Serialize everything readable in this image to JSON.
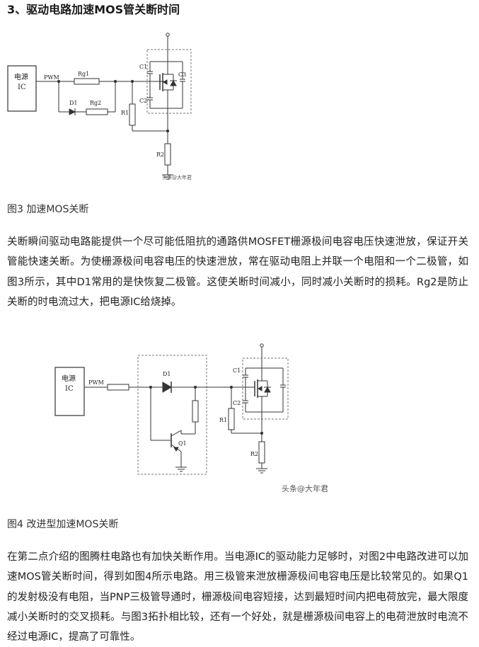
{
  "heading": "3、驱动电路加速MOS管关断时间",
  "figure1": {
    "ic_label_line1": "电源",
    "ic_label_line2": "IC",
    "pwm": "PWM",
    "rg1": "Rg1",
    "rg2": "Rg2",
    "d1": "D1",
    "r1": "R1",
    "r2": "R2",
    "c1": "C1",
    "c2": "C2",
    "c3": "C3",
    "watermark": "头条@大年君"
  },
  "caption1": "图3 加速MOS关断",
  "paragraph1": "关断瞬间驱动电路能提供一个尽可能低阻抗的通路供MOSFET栅源极间电容电压快速泄放，保证开关管能快速关断。为使栅源极间电容电压的快速泄放，常在驱动电阻上并联一个电阻和一个二极管，如图3所示，其中D1常用的是快恢复二极管。这使关断时间减小，同时减小关断时的损耗。Rg2是防止关断的时电流过大，把电源IC给烧掉。",
  "figure2": {
    "ic_label_line1": "电源",
    "ic_label_line2": "IC",
    "pwm": "PWM",
    "d1": "D1",
    "q1": "Q1",
    "r1": "R1",
    "r2": "R2",
    "c1": "C1",
    "c2": "C2",
    "watermark": "头条@大年君"
  },
  "caption2": "图4 改进型加速MOS关断",
  "paragraph2": "在第二点介绍的图腾柱电路也有加快关断作用。当电源IC的驱动能力足够时，对图2中电路改进可以加速MOS管关断时间，得到如图4所示电路。用三极管来泄放栅源极间电容电压是比较常见的。如果Q1的发射极没有电阻，当PNP三极管导通时，栅源极间电容短接，达到最短时间内把电荷放完，最大限度减小关断时的交叉损耗。与图3拓扑相比较，还有一个好处，就是栅源极间电容上的电荷泄放时电流不经过电源IC，提高了可靠性。"
}
